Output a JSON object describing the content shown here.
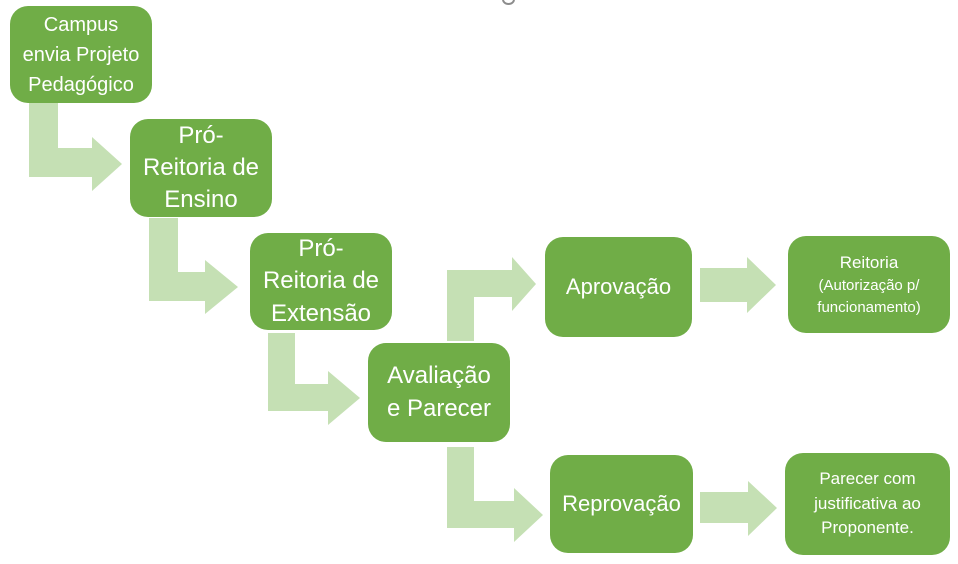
{
  "colors": {
    "background": "#FFFFFF",
    "box_fill": "#70AD47",
    "box_text": "#FFFFFF",
    "arrow_fill": "#C5E0B4",
    "clipped_glyph_gray": "#8C8C8C"
  },
  "page": {
    "clipped_top_glyph": "bottom arc of a cut-off gray letter at top center"
  },
  "flowchart": {
    "nodes": [
      {
        "id": "campus",
        "label": "Campus envia Projeto Pedagógico",
        "lines": [
          "Campus",
          "envia Projeto",
          "Pedagógico"
        ]
      },
      {
        "id": "pro-reitoria-ensino",
        "label": "Pró-Reitoria de Ensino",
        "lines": [
          "Pró-",
          "Reitoria de",
          "Ensino"
        ]
      },
      {
        "id": "pro-reitoria-extensao",
        "label": "Pró-Reitoria de Extensão",
        "lines": [
          "Pró-",
          "Reitoria de",
          "Extensão"
        ]
      },
      {
        "id": "avaliacao-parecer",
        "label": "Avaliação e Parecer",
        "lines": [
          "Avaliação",
          "e Parecer"
        ]
      },
      {
        "id": "aprovacao",
        "label": "Aprovação",
        "lines": [
          "Aprovação"
        ]
      },
      {
        "id": "reitoria-autorizacao",
        "label": "Reitoria (Autorização p/ funcionamento)",
        "lines": [
          "Reitoria",
          "(Autorização p/",
          "funcionamento)"
        ]
      },
      {
        "id": "reprovacao",
        "label": "Reprovação",
        "lines": [
          "Reprovação"
        ]
      },
      {
        "id": "parecer-justificativa",
        "label": "Parecer com justificativa ao Proponente.",
        "lines": [
          "Parecer com",
          "justificativa ao",
          "Proponente."
        ]
      }
    ],
    "edges": [
      {
        "from": "campus",
        "to": "pro-reitoria-ensino",
        "style": "elbow-down-right"
      },
      {
        "from": "pro-reitoria-ensino",
        "to": "pro-reitoria-extensao",
        "style": "elbow-down-right"
      },
      {
        "from": "pro-reitoria-extensao",
        "to": "avaliacao-parecer",
        "style": "elbow-down-right"
      },
      {
        "from": "avaliacao-parecer",
        "to": "aprovacao",
        "style": "elbow-up-right"
      },
      {
        "from": "avaliacao-parecer",
        "to": "reprovacao",
        "style": "elbow-down-right"
      },
      {
        "from": "aprovacao",
        "to": "reitoria-autorizacao",
        "style": "straight-right"
      },
      {
        "from": "reprovacao",
        "to": "parecer-justificativa",
        "style": "straight-right"
      }
    ]
  }
}
